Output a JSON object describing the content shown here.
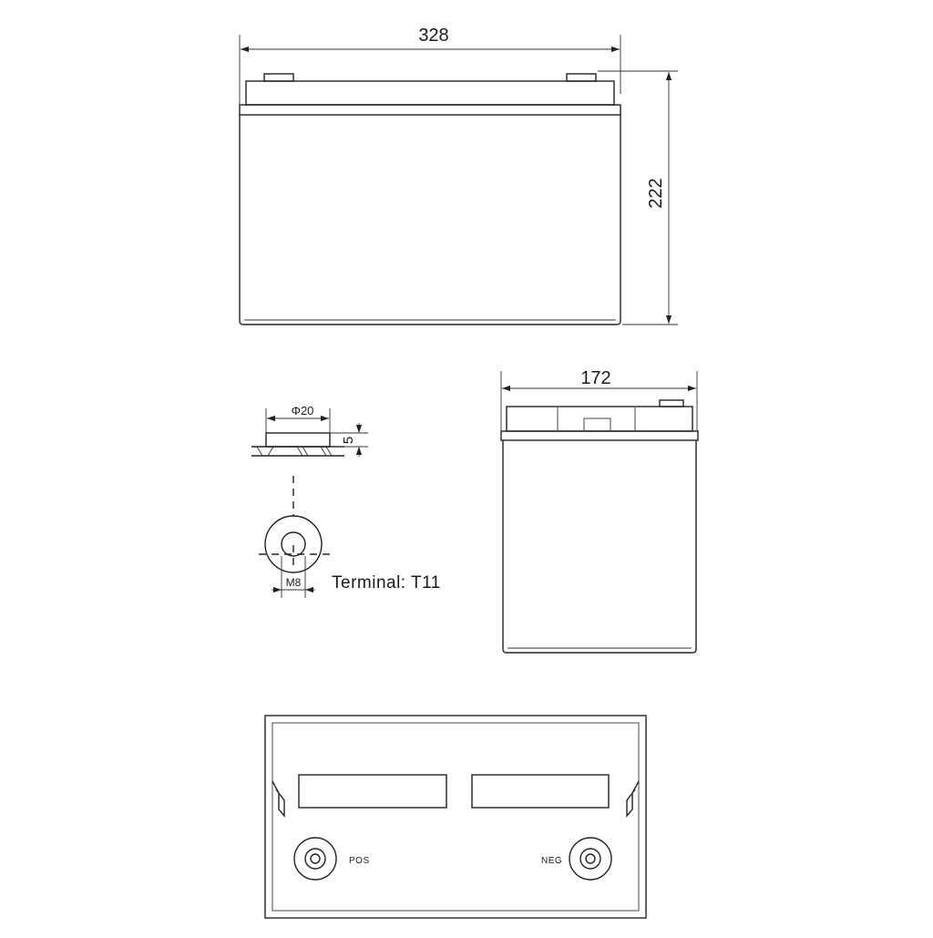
{
  "dimensions": {
    "length": "328",
    "height": "222",
    "width": "172",
    "terminal_diameter": "Φ20",
    "terminal_height": "5",
    "bolt_size": "M8"
  },
  "terminal_label": "Terminal: T11",
  "polarity": {
    "positive": "POS",
    "negative": "NEG"
  }
}
